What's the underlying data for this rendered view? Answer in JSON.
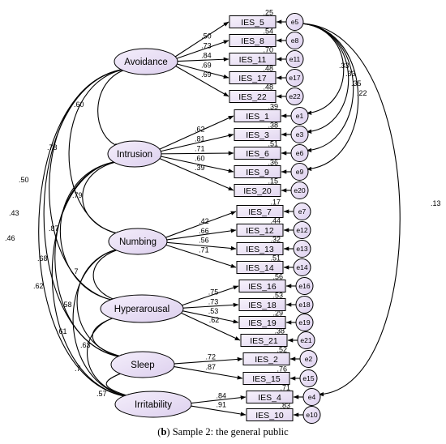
{
  "caption": {
    "prefix": "(",
    "bold": "b",
    "suffix": ") Sample 2: the general public"
  },
  "colors": {
    "fill_light": "#f4eefb",
    "fill_dark": "#ddd0ee",
    "stroke": "#000000"
  },
  "factors": [
    {
      "id": "avoidance",
      "label": "Avoidance"
    },
    {
      "id": "intrusion",
      "label": "Intrusion"
    },
    {
      "id": "numbing",
      "label": "Numbing"
    },
    {
      "id": "hyper",
      "label": "Hyperarousal"
    },
    {
      "id": "sleep",
      "label": "Sleep"
    },
    {
      "id": "irrit",
      "label": "Irritability"
    }
  ],
  "indicators": [
    {
      "label": "IES_5",
      "error": "e5",
      "factor": "avoidance",
      "loading": ".50",
      "r2": ".25"
    },
    {
      "label": "IES_8",
      "error": "e8",
      "factor": "avoidance",
      "loading": ".73",
      "r2": ".54"
    },
    {
      "label": "IES_11",
      "error": "e11",
      "factor": "avoidance",
      "loading": ".84",
      "r2": ".70"
    },
    {
      "label": "IES_17",
      "error": "e17",
      "factor": "avoidance",
      "loading": ".69",
      "r2": ".48"
    },
    {
      "label": "IES_22",
      "error": "e22",
      "factor": "avoidance",
      "loading": ".69",
      "r2": ".48"
    },
    {
      "label": "IES_1",
      "error": "e1",
      "factor": "intrusion",
      "loading": ".62",
      "r2": ".39"
    },
    {
      "label": "IES_3",
      "error": "e3",
      "factor": "intrusion",
      "loading": ".81",
      "r2": ".38"
    },
    {
      "label": "IES_6",
      "error": "e6",
      "factor": "intrusion",
      "loading": ".71",
      "r2": ".51"
    },
    {
      "label": "IES_9",
      "error": "e9",
      "factor": "intrusion",
      "loading": ".60",
      "r2": ".36"
    },
    {
      "label": "IES_20",
      "error": "e20",
      "factor": "intrusion",
      "loading": ".39",
      "r2": ".15"
    },
    {
      "label": "IES_7",
      "error": "e7",
      "factor": "numbing",
      "loading": ".42",
      "r2": ".17"
    },
    {
      "label": "IES_12",
      "error": "e12",
      "factor": "numbing",
      "loading": ".66",
      "r2": ".44"
    },
    {
      "label": "IES_13",
      "error": "e13",
      "factor": "numbing",
      "loading": ".56",
      "r2": ".32"
    },
    {
      "label": "IES_14",
      "error": "e14",
      "factor": "numbing",
      "loading": ".71",
      "r2": ".51"
    },
    {
      "label": "IES_16",
      "error": "e16",
      "factor": "hyper",
      "loading": ".75",
      "r2": ".56"
    },
    {
      "label": "IES_18",
      "error": "e18",
      "factor": "hyper",
      "loading": ".73",
      "r2": ".53"
    },
    {
      "label": "IES_19",
      "error": "e19",
      "factor": "hyper",
      "loading": ".53",
      "r2": ".29"
    },
    {
      "label": "IES_21",
      "error": "e21",
      "factor": "hyper",
      "loading": ".62",
      "r2": ".38"
    },
    {
      "label": "IES_2",
      "error": "e2",
      "factor": "sleep",
      "loading": ".72",
      "r2": ".52"
    },
    {
      "label": "IES_15",
      "error": "e15",
      "factor": "sleep",
      "loading": ".87",
      "r2": ".76"
    },
    {
      "label": "IES_4",
      "error": "e4",
      "factor": "irrit",
      "loading": ".84",
      "r2": ".71"
    },
    {
      "label": "IES_10",
      "error": "e10",
      "factor": "irrit",
      "loading": ".91",
      "r2": ".83"
    }
  ],
  "factor_correlations": [
    {
      "a": "avoidance",
      "b": "intrusion",
      "value": ".60"
    },
    {
      "a": "avoidance",
      "b": "numbing",
      "value": ".78"
    },
    {
      "a": "avoidance",
      "b": "hyper",
      "value": ".50"
    },
    {
      "a": "avoidance",
      "b": "sleep",
      "value": ".43"
    },
    {
      "a": "avoidance",
      "b": "irrit",
      "value": ".46"
    },
    {
      "a": "intrusion",
      "b": "numbing",
      "value": ".79"
    },
    {
      "a": "intrusion",
      "b": "hyper",
      "value": ".87"
    },
    {
      "a": "intrusion",
      "b": "sleep",
      "value": ".68"
    },
    {
      "a": "intrusion",
      "b": "irrit",
      "value": ".62"
    },
    {
      "a": "numbing",
      "b": "hyper",
      "value": ".7"
    },
    {
      "a": "numbing",
      "b": "sleep",
      "value": ".58"
    },
    {
      "a": "numbing",
      "b": "irrit",
      "value": ".61"
    },
    {
      "a": "hyper",
      "b": "sleep",
      "value": ".63"
    },
    {
      "a": "hyper",
      "b": "irrit",
      "value": ".7"
    },
    {
      "a": "sleep",
      "b": "irrit",
      "value": ".57"
    }
  ],
  "error_correlations": [
    {
      "a": "e5",
      "b": "e1",
      "value": ".33"
    },
    {
      "a": "e5",
      "b": "e3",
      "value": ".33"
    },
    {
      "a": "e5",
      "b": "e6",
      "value": ".35"
    },
    {
      "a": "e5",
      "b": "e9",
      "value": ".22"
    },
    {
      "a": "e5",
      "b": "e4",
      "value": ".13"
    }
  ]
}
